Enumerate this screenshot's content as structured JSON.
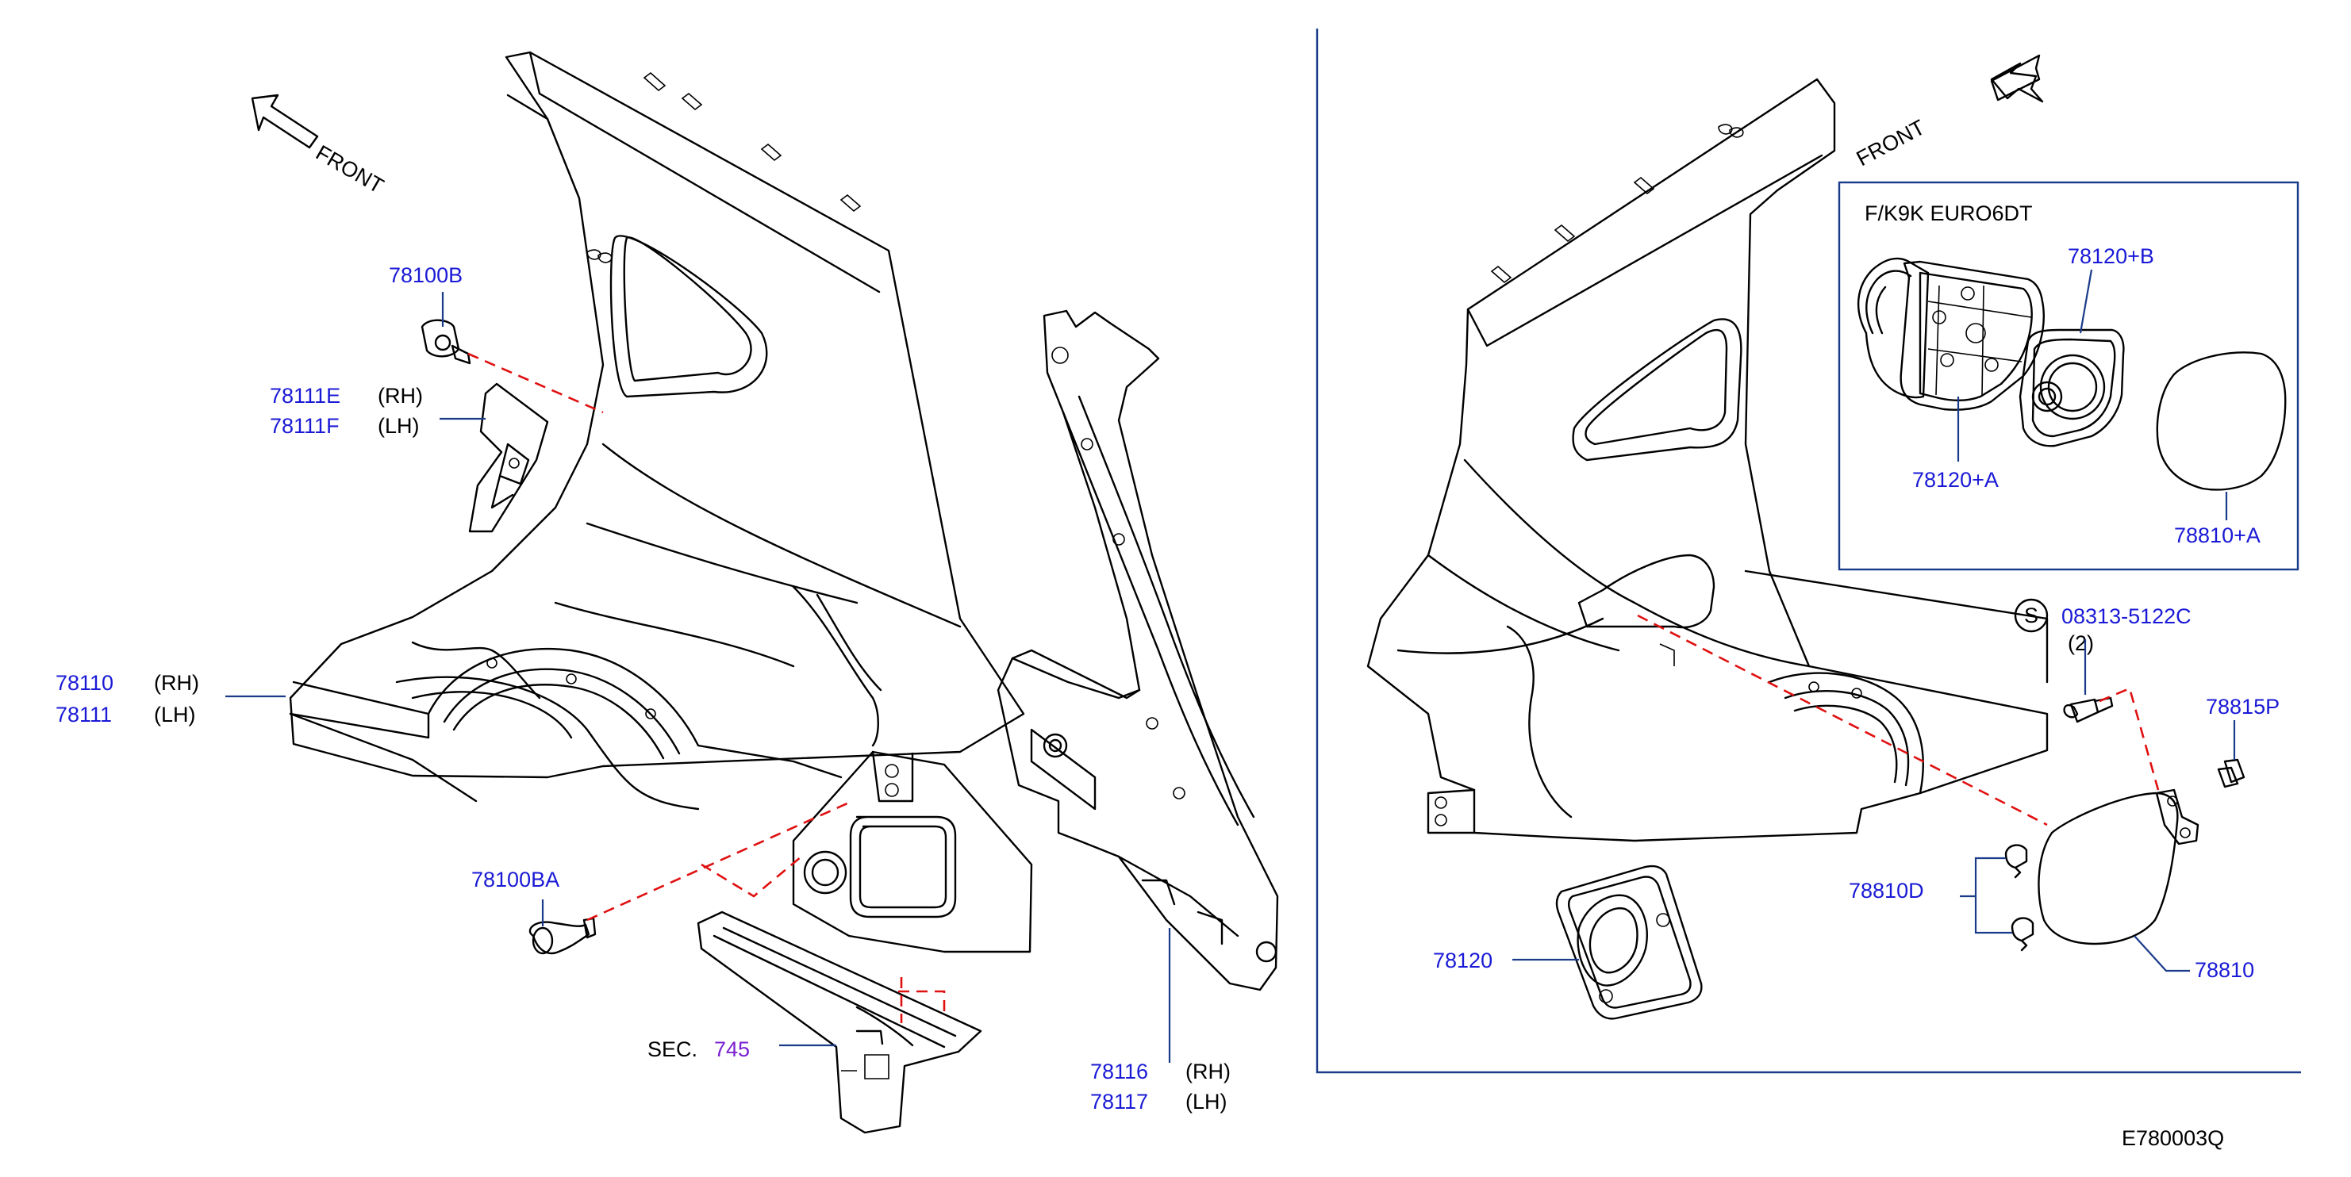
{
  "left_view": {
    "front_label": "FRONT",
    "labels": {
      "p78100B": "78100B",
      "p78111E": "78111E",
      "p78111E_side": "(RH)",
      "p78111F": "78111F",
      "p78111F_side": "(LH)",
      "p78110": "78110",
      "p78110_side": "(RH)",
      "p78111": "78111",
      "p78111_side": "(LH)",
      "p78100BA": "78100BA",
      "sec_prefix": "SEC.",
      "sec_number": "745",
      "p78116": "78116",
      "p78116_side": "(RH)",
      "p78117": "78117",
      "p78117_side": "(LH)"
    }
  },
  "right_view": {
    "front_label": "FRONT",
    "inset": {
      "header": "F/K9K   EURO6DT",
      "p78120B": "78120+B",
      "p78120A": "78120+A",
      "p78810A": "78810+A"
    },
    "labels": {
      "screw_symbol": "S",
      "screw_part": "08313-5122C",
      "screw_qty": "(2)",
      "p78815P": "78815P",
      "p78810D": "78810D",
      "p78120": "78120",
      "p78810": "78810"
    }
  },
  "diagram_code": "E780003Q",
  "colors": {
    "part_number_blue": "#1a1ad6",
    "leader_line": "#1a3a8a",
    "section_ref_purple": "#7a20d0",
    "assembly_dash_red": "#e01010"
  }
}
